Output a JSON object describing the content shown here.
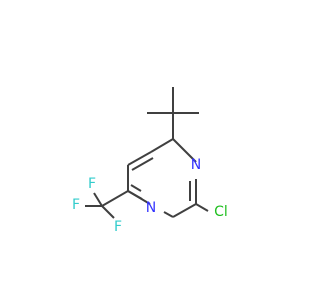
{
  "molecule": {
    "atoms": {
      "n_top": "N",
      "n_bottom": "N",
      "cl": "Cl",
      "f_top": "F",
      "f_left": "F",
      "f_bottom": "F"
    },
    "colors": {
      "bond": "#404040",
      "nitrogen": "#3333ff",
      "chlorine": "#1fbf1f",
      "fluorine": "#33cccc"
    }
  }
}
